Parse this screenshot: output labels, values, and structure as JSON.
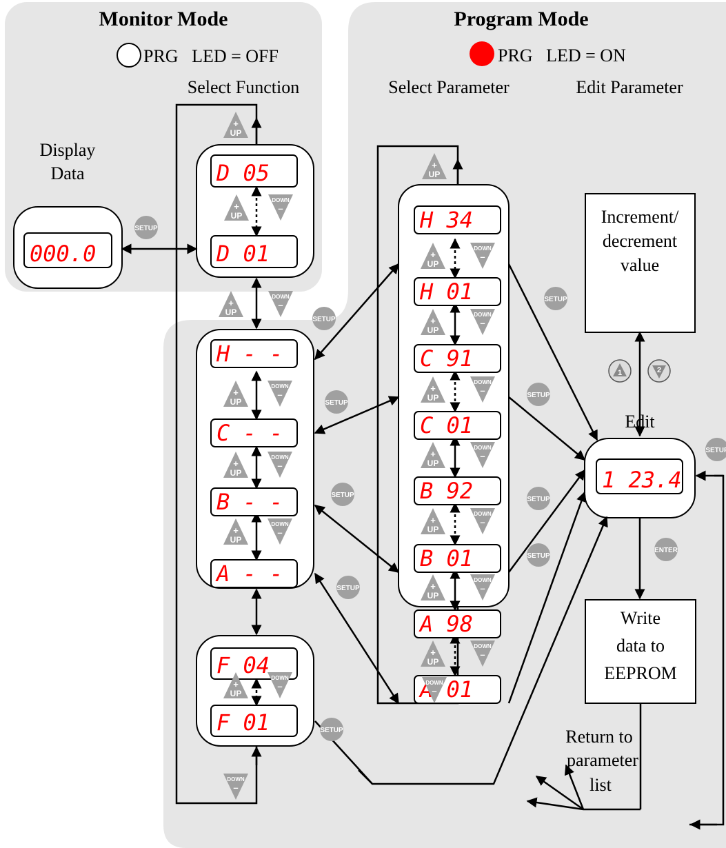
{
  "diagram": {
    "monitor_mode": {
      "title": "Monitor Mode",
      "led_label": "PRG   LED = OFF",
      "select_function": "Select Function",
      "display_data_line1": "Display",
      "display_data_line2": "Data",
      "display_value": "000.0"
    },
    "program_mode": {
      "title": "Program Mode",
      "led_label": "PRG   LED = ON",
      "select_parameter": "Select Parameter",
      "edit_parameter": "Edit Parameter"
    },
    "function_displays": [
      "D  05",
      "D  01"
    ],
    "group_displays": [
      "H  - -",
      "C  - -",
      "B  - -",
      "A  - -"
    ],
    "f_displays": [
      "F  04",
      "F  01"
    ],
    "parameter_displays": [
      "H  34",
      "H  01",
      "C  91",
      "C  01",
      "B  92",
      "B  01",
      "A  98",
      "A  01"
    ],
    "edit_value": "1 23.4",
    "labels": {
      "edit": "Edit",
      "increment_line1": "Increment/",
      "increment_line2": "decrement",
      "increment_line3": "value",
      "write_line1": "Write",
      "write_line2": "data to",
      "write_line3": "EEPROM",
      "return_line1": "Return to",
      "return_line2": "parameter",
      "return_line3": "list"
    },
    "keys": {
      "up": "UP",
      "down": "DOWN",
      "plus": "+",
      "minus": "–",
      "setup": "SETUP",
      "enter": "ENTER",
      "one": "1",
      "two": "2"
    },
    "colors": {
      "panel_bg": "#e6e6e6",
      "led_on": "#ff0000",
      "display_text": "#ff0000",
      "key_gray": "#a0a0a0"
    }
  }
}
